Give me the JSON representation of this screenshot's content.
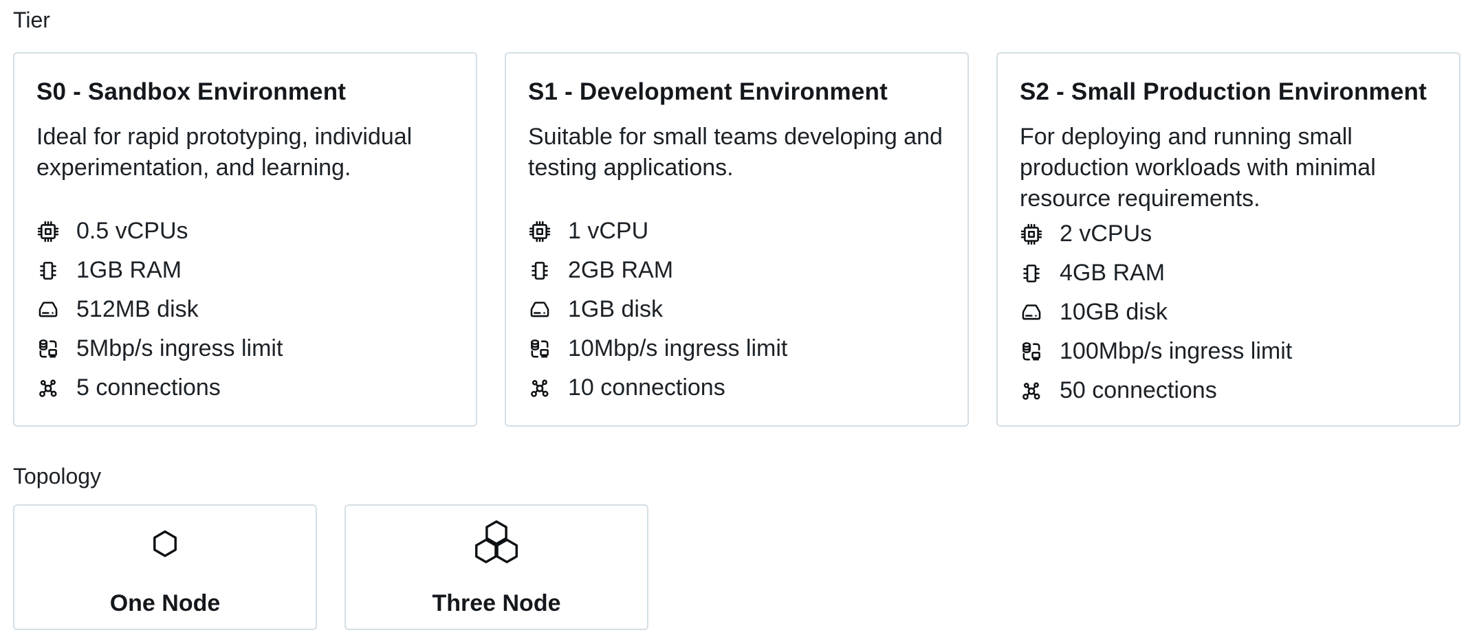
{
  "tier": {
    "label": "Tier",
    "cards": [
      {
        "title": "S0 - Sandbox Environment",
        "description": "Ideal for rapid prototyping, individual experimentation, and learning.",
        "specs": [
          {
            "icon": "cpu-icon",
            "text": "0.5 vCPUs"
          },
          {
            "icon": "ram-icon",
            "text": "1GB RAM"
          },
          {
            "icon": "disk-icon",
            "text": "512MB disk"
          },
          {
            "icon": "ingress-icon",
            "text": "5Mbp/s ingress limit"
          },
          {
            "icon": "connections-icon",
            "text": "5 connections"
          }
        ]
      },
      {
        "title": "S1 - Development Environment",
        "description": "Suitable for small teams developing and testing applications.",
        "specs": [
          {
            "icon": "cpu-icon",
            "text": "1 vCPU"
          },
          {
            "icon": "ram-icon",
            "text": "2GB RAM"
          },
          {
            "icon": "disk-icon",
            "text": "1GB disk"
          },
          {
            "icon": "ingress-icon",
            "text": "10Mbp/s ingress limit"
          },
          {
            "icon": "connections-icon",
            "text": "10 connections"
          }
        ]
      },
      {
        "title": "S2 - Small Production Environment",
        "description": "For deploying and running small production workloads with minimal resource requirements.",
        "specs": [
          {
            "icon": "cpu-icon",
            "text": "2 vCPUs"
          },
          {
            "icon": "ram-icon",
            "text": "4GB RAM"
          },
          {
            "icon": "disk-icon",
            "text": "10GB disk"
          },
          {
            "icon": "ingress-icon",
            "text": "100Mbp/s ingress limit"
          },
          {
            "icon": "connections-icon",
            "text": "50 connections"
          }
        ]
      }
    ]
  },
  "topology": {
    "label": "Topology",
    "options": [
      {
        "icon": "one-node-hexagon-icon",
        "label": "One Node"
      },
      {
        "icon": "three-node-hexagons-icon",
        "label": "Three Node"
      }
    ]
  },
  "colors": {
    "background": "#ffffff",
    "card_border": "#d4dee5",
    "text": "#1b2126",
    "icon": "#0d1114"
  }
}
